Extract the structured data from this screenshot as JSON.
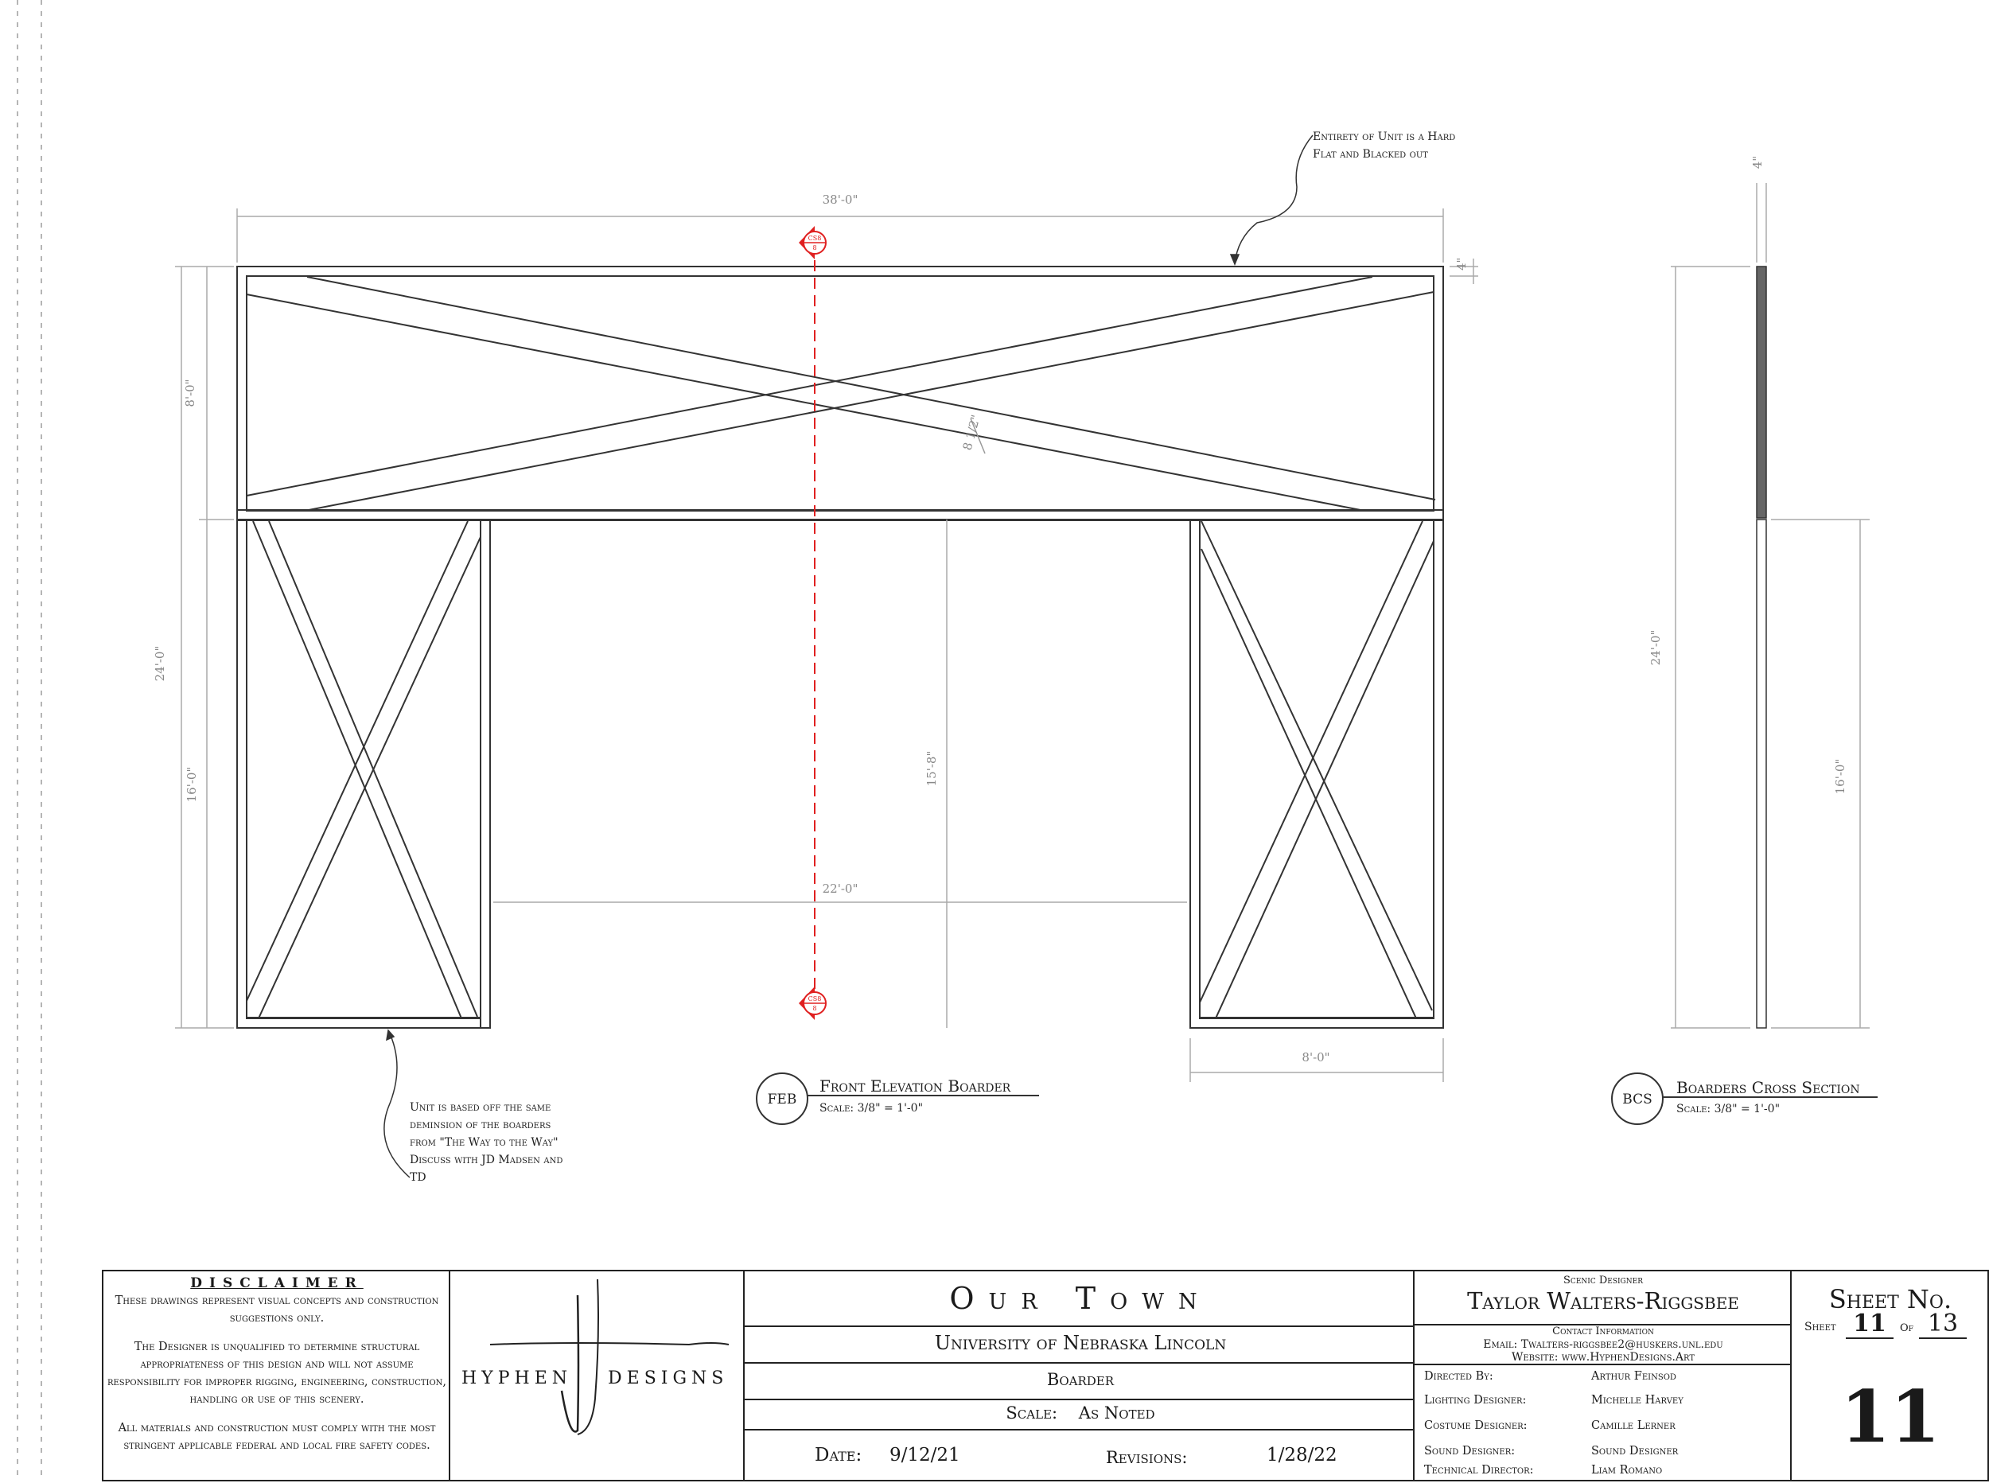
{
  "annotations": {
    "hard_flat_note_line1": "Entirety of Unit is a Hard",
    "hard_flat_note_line2": "Flat and  Blacked out",
    "unit_note_lines": [
      "Unit is based off the same",
      "deminsion of the boarders",
      "from \"The Way to the Way\"",
      "Discuss with JD Madsen and",
      "TD"
    ]
  },
  "dimensions": {
    "overall_width": "38'-0\"",
    "top_thickness": "4\"",
    "section_thickness": "4\"",
    "top_panel_height": "8'-0\"",
    "overall_height": "24'-0\"",
    "leg_height": "16'-0\"",
    "opening_height": "15'-8\"",
    "opening_width": "22'-0\"",
    "leg_width": "8'-0\"",
    "diagonal": "8 1/2\"",
    "section_overall_height": "24'-0\"",
    "section_leg_height": "16'-0\""
  },
  "section_markers": {
    "label": "CS8",
    "number": "8"
  },
  "views": [
    {
      "tag": "FEB",
      "title": "Front Elevation Boarder",
      "scale": "Scale: 3/8\" = 1'-0\""
    },
    {
      "tag": "BCS",
      "title": "Boarders Cross Section",
      "scale": "Scale: 3/8\" = 1'-0\""
    }
  ],
  "title_block": {
    "disclaimer_heading": "DISCLAIMER",
    "disclaimer_p1": "These drawings represent visual concepts and construction suggestions only.",
    "disclaimer_p2": "The Designer is unqualified to determine structural appropriateness of this design and will not assume responsibility for improper rigging, engineering, construction, handling or use of this scenery.",
    "disclaimer_p3": "All materials and construction must comply with the most stringent applicable federal and local fire safety codes.",
    "logo_left": "HYPHEN",
    "logo_right": "DESIGNS",
    "show_title": "Our Town",
    "venue": "University of Nebraska Lincoln",
    "piece": "Boarder",
    "scale_label": "Scale:",
    "scale_value": "As Noted",
    "date_label": "Date:",
    "date_value": "9/12/21",
    "revisions_label": "Revisions:",
    "revisions_value": "1/28/22",
    "designer_role": "Scenic Designer",
    "designer_name": "Taylor Walters-Riggsbee",
    "contact_heading": "Contact Information",
    "email": "Email: Twalters-riggsbee2@huskers.unl.edu",
    "website": "Website: www.HyphenDesigns.Art",
    "crew": [
      {
        "role": "Directed By:",
        "name": "Arthur Feinsod"
      },
      {
        "role": "Lighting Designer:",
        "name": "Michelle Harvey"
      },
      {
        "role": "Costume Designer:",
        "name": "Camille Lerner"
      },
      {
        "role": "Sound Designer:",
        "name": "Sound Designer"
      },
      {
        "role": "Technical Director:",
        "name": "Liam Romano"
      }
    ],
    "sheet_no_label": "Sheet No.",
    "sheet_label": "Sheet",
    "sheet_current": "11",
    "of_label": "Of",
    "sheet_total": "13",
    "sheet_big": "11"
  }
}
